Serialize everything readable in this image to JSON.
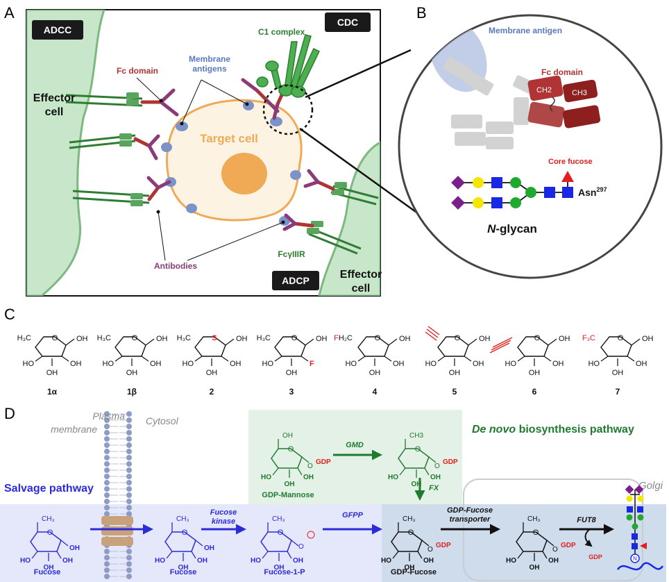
{
  "panels": {
    "a": {
      "letter": "A",
      "adcc": "ADCC",
      "cdc": "CDC",
      "adcp": "ADCP",
      "c1_complex": "C1 complex",
      "membrane_antigens_1": "Membrane",
      "membrane_antigens_2": "antigens",
      "fc_domain": "Fc domain",
      "effector_cell_1a": "Effector",
      "effector_cell_1b": "cell",
      "effector_cell_2a": "Effector",
      "effector_cell_2b": "cell",
      "target_cell": "Target cell",
      "antibodies": "Antibodies",
      "fcgr": "FcγIIIR"
    },
    "b": {
      "letter": "B",
      "membrane_antigen": "Membrane antigen",
      "fc_domain": "Fc domain",
      "ch2": "CH2",
      "ch3": "CH3",
      "core_fucose": "Core fucose",
      "asn": "Asn",
      "asn_sup": "297",
      "nglycan_italic": "N",
      "nglycan_rest": "-glycan"
    },
    "c": {
      "letter": "C",
      "compounds": [
        {
          "label": "1α"
        },
        {
          "label": "1β"
        },
        {
          "label": "2"
        },
        {
          "label": "3"
        },
        {
          "label": "4"
        },
        {
          "label": "5"
        },
        {
          "label": "6"
        },
        {
          "label": "7"
        }
      ],
      "text": {
        "h3c": "H₃C",
        "oh": "OH",
        "ho": "HO",
        "s": "S",
        "f": "F",
        "fh2c_f": "F",
        "fh2c_rest": "H₂C",
        "f3c": "F₃C"
      }
    },
    "d": {
      "letter": "D",
      "plasma_membrane_1": "Plasma",
      "plasma_membrane_2": "membrane",
      "cytosol": "Cytosol",
      "salvage": "Salvage pathway",
      "de_novo_italic": "De novo",
      "de_novo_rest": " biosynthesis pathway",
      "golgi": "Golgi",
      "gmd": "GMD",
      "fx": "FX",
      "fucose_kinase_1": "Fucose",
      "fucose_kinase_2": "kinase",
      "gfpp": "GFPP",
      "transporter_1": "GDP-Fucose",
      "transporter_2": "transporter",
      "fut8": "FUT8",
      "gdp": "GDP",
      "ch3": "CH3",
      "ch3_sub": "CH₃",
      "o": "O",
      "fucose": "Fucose",
      "fucose_1p": "Fucose-1-P",
      "gdp_fucose": "GDP-Fucose",
      "gdp_mannose": "GDP-Mannose",
      "n_symbol": "N"
    }
  },
  "colors": {
    "green_dark": "#2e7d32",
    "green_cell": "#c8e6c9",
    "target_cell": "#fdf3e3",
    "nucleus": "#f0a955",
    "antigen_blue": "#7b93c9",
    "fc_red": "#b03434",
    "purple_ab": "#8b3a7a",
    "salvage_blue": "#2b2bd9",
    "denovo_green": "#1e7a2e",
    "red": "#e02020",
    "denovo_bg": "#e3f1e6",
    "salvage_bg": "#e5e7fb",
    "golgi_bg": "#cfdcec"
  },
  "icons": [
    "cell-membrane-icon",
    "antibody-icon",
    "c1-complex-icon",
    "glycan-square-icon",
    "glycan-circle-icon",
    "glycan-diamond-icon",
    "glycan-triangle-icon",
    "lipid-bilayer-icon",
    "transporter-channel-icon",
    "arrow-icon"
  ]
}
